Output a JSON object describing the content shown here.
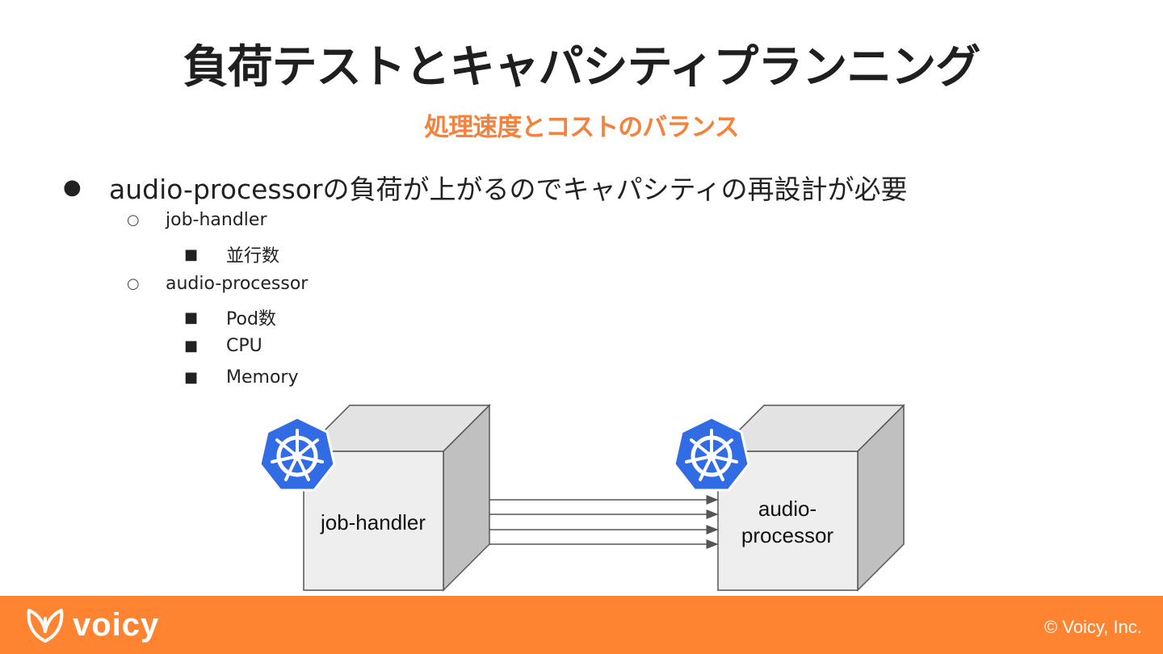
{
  "slide": {
    "title": "負荷テストとキャパシティプランニング",
    "subtitle": "処理速度とコストのバランス",
    "accent_color": "#f5813a"
  },
  "bullets": {
    "main": {
      "symbol": "●",
      "text": "audio-processorの負荷が上がるのでキャパシティの再設計が必要"
    },
    "sub": [
      {
        "symbol": "○",
        "text": "job-handler",
        "items": [
          {
            "symbol": "■",
            "text": "並行数"
          }
        ]
      },
      {
        "symbol": "○",
        "text": "audio-processor",
        "items": [
          {
            "symbol": "■",
            "text": "Pod数"
          },
          {
            "symbol": "■",
            "text": "CPU"
          },
          {
            "symbol": "■",
            "text": "Memory"
          }
        ]
      }
    ]
  },
  "diagram": {
    "left_box": {
      "label": "job-handler",
      "icon": "kubernetes-icon"
    },
    "right_box": {
      "label_line1": "audio-",
      "label_line2": "processor",
      "icon": "kubernetes-icon"
    },
    "arrow_count": 4,
    "kubernetes_color": "#326ce5"
  },
  "footer": {
    "brand": "voicy",
    "copyright": "© Voicy, Inc.",
    "background": "#ff8431"
  }
}
